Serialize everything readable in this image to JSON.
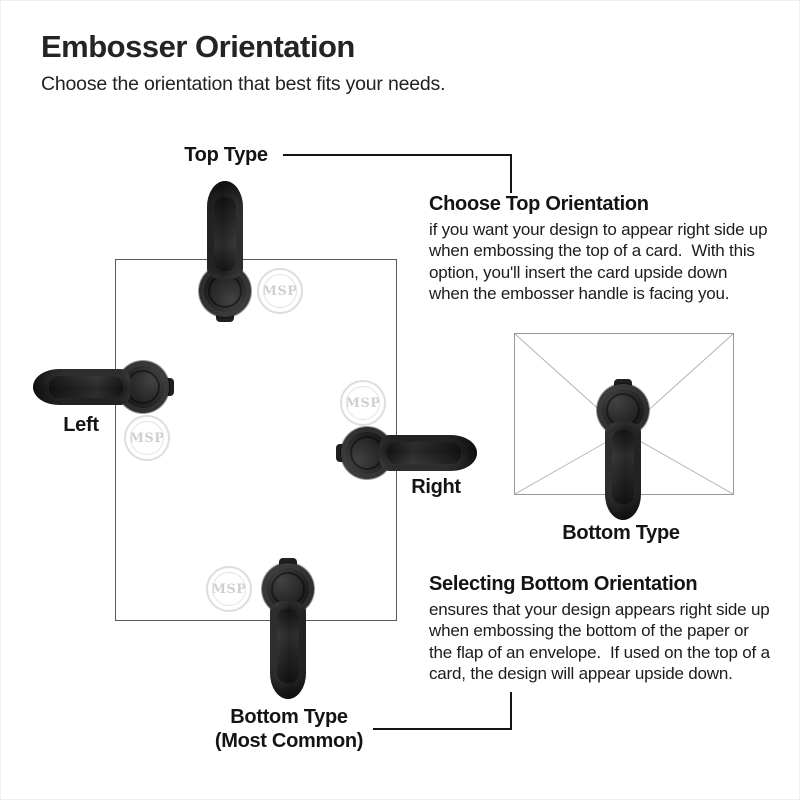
{
  "header": {
    "title": "Embosser Orientation",
    "subtitle": "Choose the orientation that best fits your needs."
  },
  "diagram": {
    "seal_text": "MSP",
    "labels": {
      "top": "Top Type",
      "left": "Left",
      "right": "Right",
      "bottom_paper": "Bottom Type\n(Most Common)",
      "bottom_envelope": "Bottom Type"
    }
  },
  "notes": {
    "top_orientation": {
      "heading": "Choose Top Orientation",
      "body": "if you want your design to appear right side up\nwhen embossing the top of a card.  With this\noption, you'll insert the card upside down\nwhen the embosser handle is facing you."
    },
    "bottom_orientation": {
      "heading": "Selecting Bottom Orientation",
      "body": "ensures that your design appears right side up\nwhen embossing the bottom of the paper or\nthe flap of an envelope.  If used on the top of a\ncard, the design will appear upside down."
    }
  },
  "colors": {
    "ink": "#141414",
    "handle": "#1e1e1e",
    "paper_border": "#5a5a5a",
    "envelope_border": "#979797",
    "seal": "#dedede"
  }
}
